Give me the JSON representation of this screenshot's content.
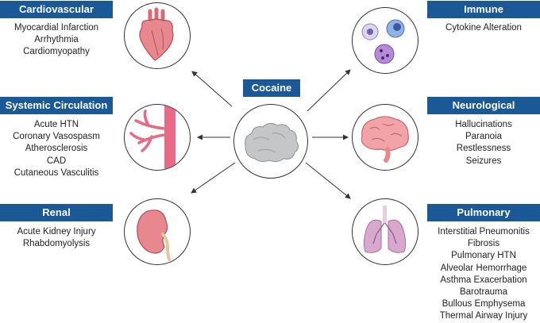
{
  "center": {
    "label": "Cocaine"
  },
  "categories": {
    "cardiovascular": {
      "title": "Cardiovascular",
      "items": [
        "Myocardial Infarction",
        "Arrhythmia",
        "Cardiomyopathy"
      ]
    },
    "systemic": {
      "title": "Systemic Circulation",
      "items": [
        "Acute HTN",
        "Coronary Vasospasm",
        "Atherosclerosis",
        "CAD",
        "Cutaneous Vasculitis"
      ]
    },
    "renal": {
      "title": "Renal",
      "items": [
        "Acute Kidney Injury",
        "Rhabdomyolysis"
      ]
    },
    "immune": {
      "title": "Immune",
      "items": [
        "Cytokine Alteration"
      ]
    },
    "neurological": {
      "title": "Neurological",
      "items": [
        "Hallucinations",
        "Paranoia",
        "Restlessness",
        "Seizures"
      ]
    },
    "pulmonary": {
      "title": "Pulmonary",
      "items": [
        "Interstitial Pneumonitis",
        "Fibrosis",
        "Pulmonary HTN",
        "Alveolar Hemorrhage",
        "Asthma Exacerbation",
        "Barotrauma",
        "Bullous Emphysema",
        "Thermal Airway Injury"
      ]
    }
  },
  "colors": {
    "header": "#1a5896",
    "organ": "#e8888e",
    "lung": "#d9a8cf"
  },
  "icons": [
    "heart-icon",
    "blood-vessel-icon",
    "kidney-icon",
    "immune-cells-icon",
    "brain-icon",
    "lungs-icon",
    "cocaine-powder-icon"
  ]
}
